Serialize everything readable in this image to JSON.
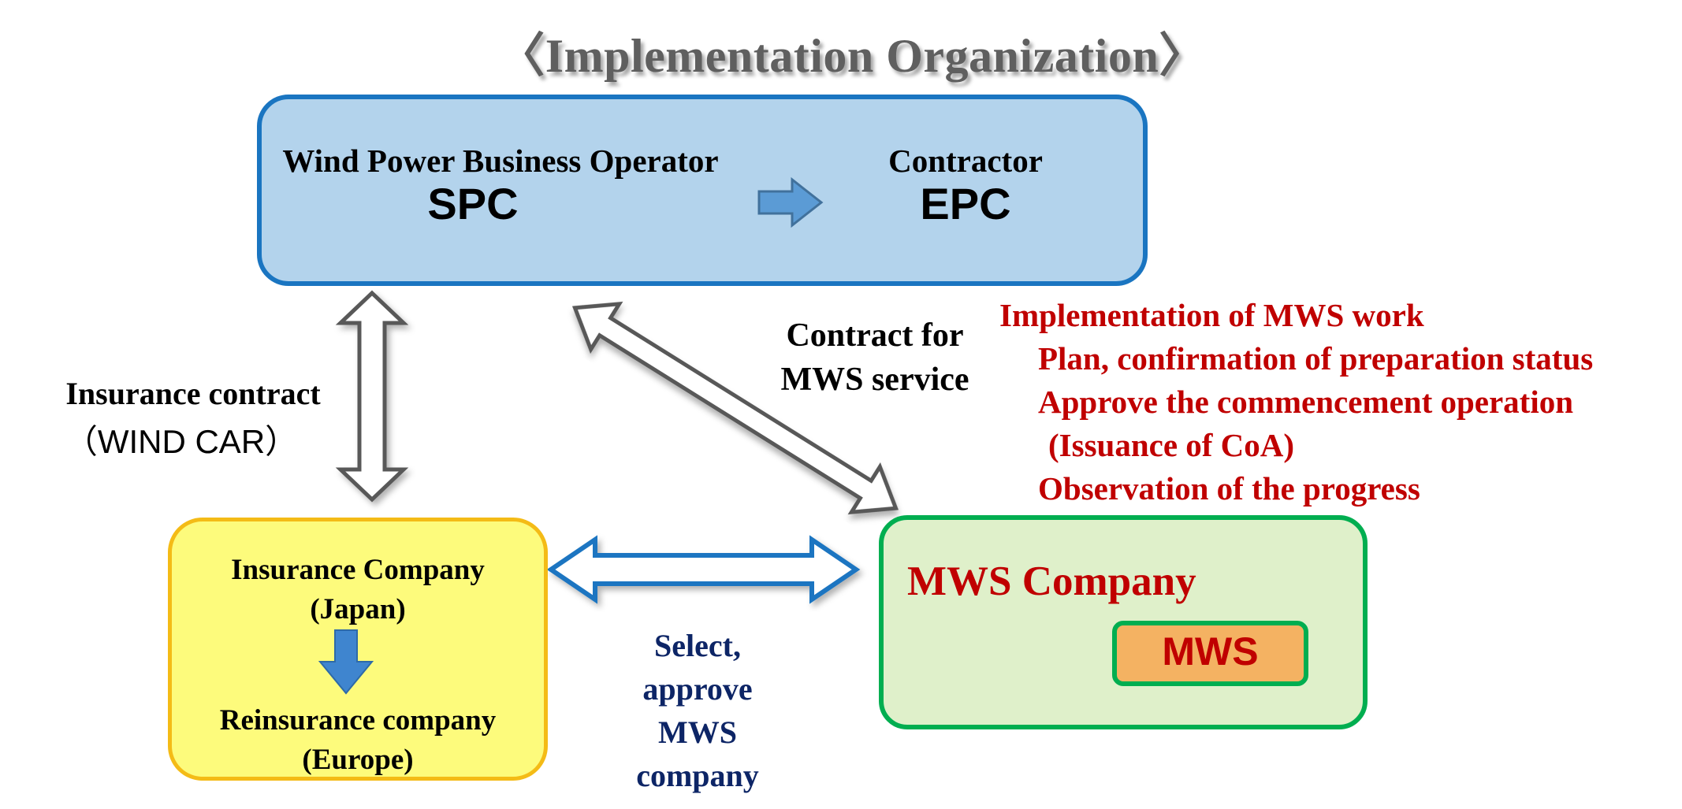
{
  "title": "〈Implementation Organization〉",
  "top_box": {
    "left": {
      "label": "Wind Power Business Operator",
      "abbr": "SPC"
    },
    "right": {
      "label": "Contractor",
      "abbr": "EPC"
    },
    "arrow_icon": "right-arrow-icon"
  },
  "insurance_link": {
    "line1": "Insurance contract",
    "line2": "（WIND CAR）"
  },
  "mws_contract_link": {
    "line1": "Contract for",
    "line2": "MWS service"
  },
  "mws_tasks": {
    "heading": "Implementation of MWS work",
    "items": [
      "Plan, confirmation of preparation status",
      "Approve the commencement operation",
      " (Issuance of CoA)",
      "Observation of the progress"
    ]
  },
  "insurance_box": {
    "line1": "Insurance Company",
    "line2": "(Japan)",
    "line3": "Reinsurance company",
    "line4": "(Europe)",
    "arrow_icon": "down-arrow-icon"
  },
  "select_link": {
    "lines": [
      "Select,",
      "approve",
      "MWS",
      "company"
    ]
  },
  "mws_company_box": {
    "label": "MWS Company",
    "inner_label": "MWS"
  },
  "colors": {
    "blue_box_fill": "#b3d3ec",
    "blue_box_border": "#1a75c1",
    "yellow_box_fill": "#fdfb7c",
    "yellow_box_border": "#f4bb16",
    "green_box_fill": "#dff0ca",
    "green_box_border": "#00ae50",
    "mws_fill": "#f4b262",
    "red_text": "#c00000",
    "navy_text": "#0d2566"
  }
}
